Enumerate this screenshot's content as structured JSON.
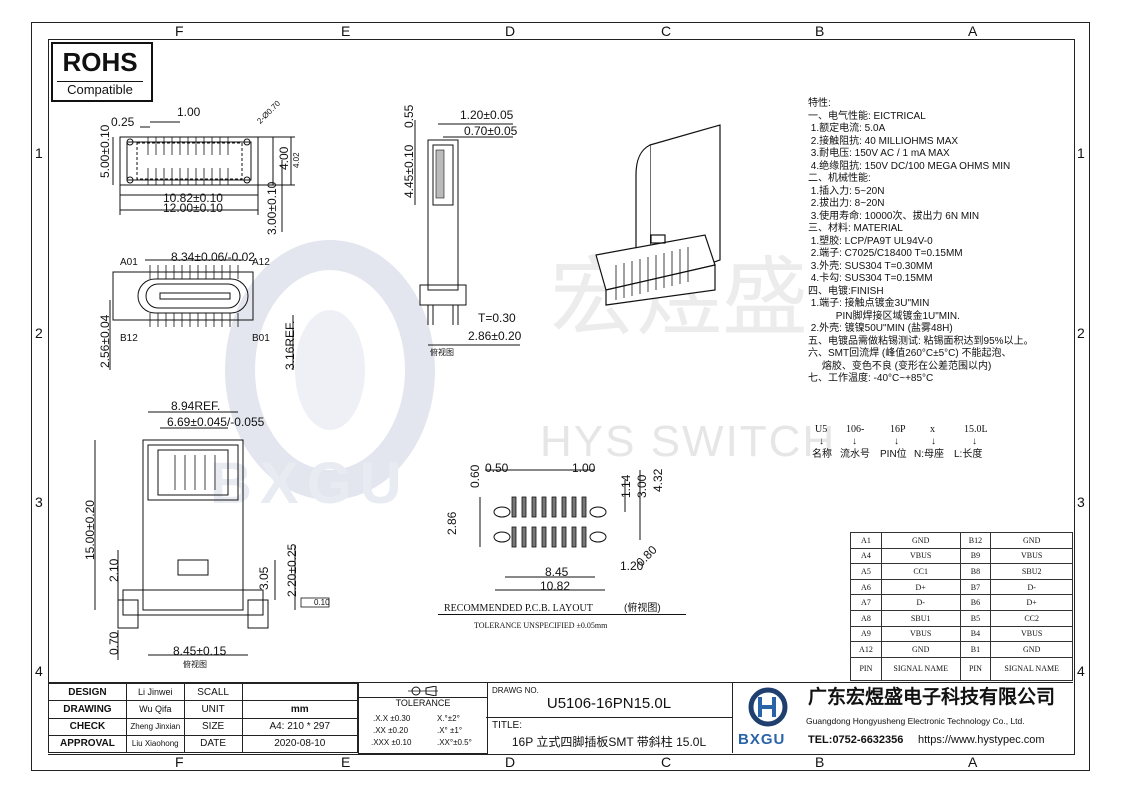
{
  "rohs": {
    "title": "ROHS",
    "sub": "Compatible"
  },
  "zones": {
    "columns": [
      "F",
      "E",
      "D",
      "C",
      "B",
      "A"
    ],
    "rows": [
      "1",
      "2",
      "3",
      "4"
    ]
  },
  "watermark": {
    "text": "HYS SWITCH",
    "brand": "BXGU",
    "cn": "宏煜盛"
  },
  "spec": {
    "title": "特性:",
    "lines": [
      "一、电气性能: EICTRICAL",
      " 1.额定电流: 5.0A",
      " 2.接触阻抗: 40 MILLIOHMS MAX",
      " 3.耐电压: 150V AC / 1 mA MAX",
      " 4.绝缘阻抗: 150V DC/100 MEGA OHMS MIN",
      "二、机械性能:",
      " 1.插入力: 5~20N",
      " 2.拔出力: 8~20N",
      " 3.使用寿命: 10000次、拔出力 6N MIN",
      "三、材料: MATERIAL",
      " 1.塑胶: LCP/PA9T UL94V-0",
      " 2.端子: C7025/C18400 T=0.15MM",
      " 3.外壳: SUS304 T=0.30MM",
      " 4.卡勾: SUS304 T=0.15MM",
      "四、电镀:FINISH",
      " 1.端子: 接触点镀金3U\"MIN",
      "          PIN脚焊接区域镀金1U\"MIN.",
      " 2.外壳: 镀镍50U\"MIN (盐雾48H)",
      "五、电镀品需做粘锡测试: 粘锡面积达到95%以上。",
      "六、SMT回流焊 (峰值260°C±5°C) 不能起泡、",
      "     熔胶、变色不良 (变形在公差范围以内)",
      "七、工作温度: -40°C~+85°C"
    ]
  },
  "part_code": {
    "segments": [
      "U5",
      "106-",
      "16P",
      "x",
      "15.0L"
    ],
    "labels": [
      "名称",
      "流水号",
      "PIN位",
      "N:母座",
      "L:长度"
    ]
  },
  "dims": {
    "top_view": [
      "1.00",
      "0.25",
      "5.00±0.10",
      "10.82±0.10",
      "12.00±0.10",
      "4.00",
      "4.02",
      "3.00±0.10",
      "2-Ø0.70"
    ],
    "side_view": [
      "0.55",
      "1.20±0.05",
      "0.70±0.05",
      "4.45±0.10",
      "T=0.30",
      "2.86±0.20"
    ],
    "front_view": [
      "8.34±0.06/-0.02",
      "A01",
      "A12",
      "B12",
      "B01",
      "2.56±0.04",
      "3.16REF."
    ],
    "bottom_view": [
      "8.94REF.",
      "6.69±0.045/-0.055",
      "15.00±0.20",
      "2.10",
      "3.05",
      "2.20±0.25",
      "0.70",
      "8.45±0.15"
    ],
    "pcb": [
      "0.50",
      "1.00",
      "0.60",
      "1.14",
      "3.00",
      "4.32",
      "2.86",
      "0.80",
      "1.20",
      "8.45",
      "10.82"
    ],
    "note_side": "俯视图",
    "note_bottom": "俯视图",
    "flatness": "0.10"
  },
  "pcb_layout": {
    "title": "RECOMMENDED  P.C.B.  LAYOUT",
    "title_cn": "(俯视图)",
    "tolerance": "TOLERANCE UNSPECIFIED ±0.05mm"
  },
  "pin_table": {
    "rows": [
      [
        "A1",
        "GND",
        "B12",
        "GND"
      ],
      [
        "A4",
        "VBUS",
        "B9",
        "VBUS"
      ],
      [
        "A5",
        "CC1",
        "B8",
        "SBU2"
      ],
      [
        "A6",
        "D+",
        "B7",
        "D-"
      ],
      [
        "A7",
        "D-",
        "B6",
        "D+"
      ],
      [
        "A8",
        "SBU1",
        "B5",
        "CC2"
      ],
      [
        "A9",
        "VBUS",
        "B4",
        "VBUS"
      ],
      [
        "A12",
        "GND",
        "B1",
        "GND"
      ]
    ],
    "header": [
      "PIN",
      "SIGNAL NAME",
      "PIN",
      "SIGNAL NAME"
    ]
  },
  "title_block": {
    "design": "DESIGN",
    "design_name": "Li Jinwei",
    "drawing": "DRAWING",
    "drawing_name": "Wu Qifa",
    "check": "CHECK",
    "check_name": "Zheng Jinxian",
    "approval": "APPROVAL",
    "approval_name": "Liu Xiaohong",
    "scale": "SCALL",
    "unit": "UNIT",
    "size": "SIZE",
    "date": "DATE",
    "unit_val": "mm",
    "size_val": "A4: 210 * 297",
    "date_val": "2020-08-10",
    "tolerance": "TOLERANCE",
    "tol_rows": [
      [
        ".X.X  ±0.30",
        "X.°±2°"
      ],
      [
        ".XX  ±0.20",
        ".X° ±1°"
      ],
      [
        ".XXX  ±0.10",
        ".XX°±0.5°"
      ]
    ],
    "drawing_no_label": "DRAWG NO.",
    "drawing_no": "U5106-16PN15.0L",
    "title_label": "TITLE:",
    "title": "16P 立式四脚插板SMT 带斜柱 15.0L",
    "company_cn": "广东宏煜盛电子科技有限公司",
    "company_en": "Guangdong Hongyusheng Electronic Technology Co., Ltd.",
    "tel": "TEL:0752-6632356",
    "web": "https://www.hystypec.com",
    "logo_text": "BXGU"
  }
}
